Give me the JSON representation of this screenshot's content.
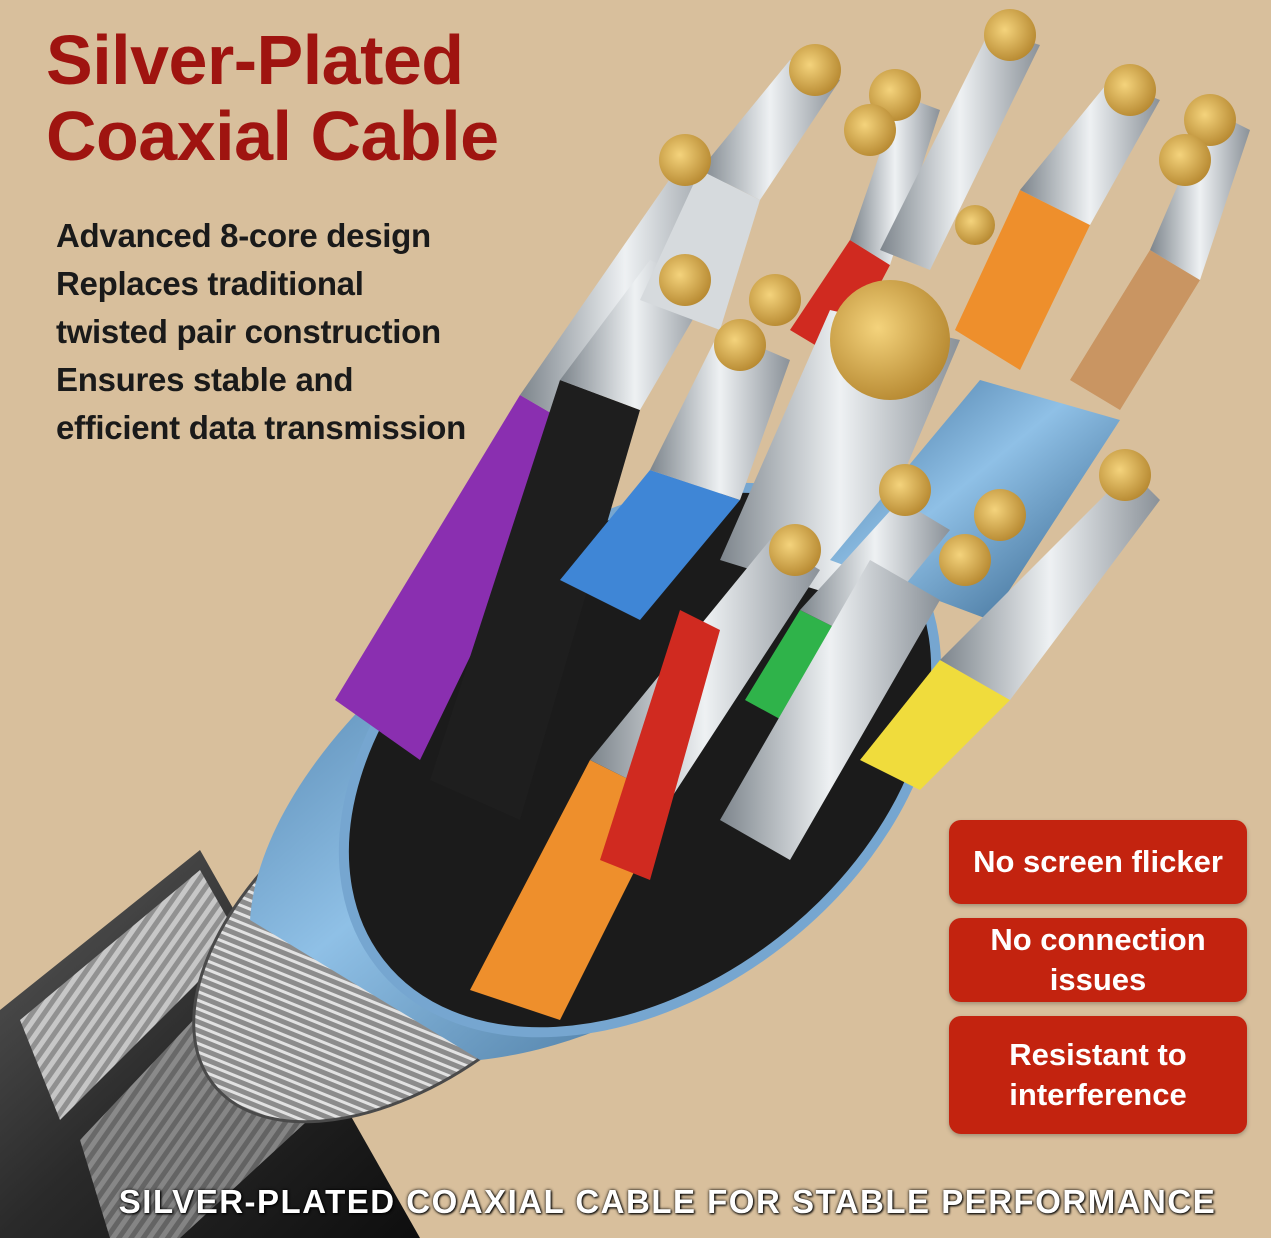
{
  "title": {
    "line1": "Silver-Plated",
    "line2": "Coaxial Cable"
  },
  "description": {
    "lines": [
      "Advanced 8-core design",
      "Replaces traditional",
      "twisted pair construction",
      "Ensures stable and",
      "efficient data transmission"
    ]
  },
  "badges": {
    "flicker": "No screen flicker",
    "connection": "No connection issues",
    "interference_line1": "Resistant to",
    "interference_line2": "interference"
  },
  "banner": "SILVER-PLATED COAXIAL CABLE FOR STABLE PERFORMANCE",
  "colors": {
    "background": "#d8bf9c",
    "title": "#9f1410",
    "badge": "#c3230f",
    "outer_shield": "#6f9ec8",
    "copper_core": "#d4a84a",
    "silver_strand": "#b9bec3"
  },
  "core_colors": [
    "#8a2fb0",
    "#1e1e1e",
    "#3f86d6",
    "#ee8f2c",
    "#2fb34a",
    "#f0dc3c",
    "#d02a20",
    "#d6dadd",
    "#e07c1d",
    "#c99562"
  ]
}
